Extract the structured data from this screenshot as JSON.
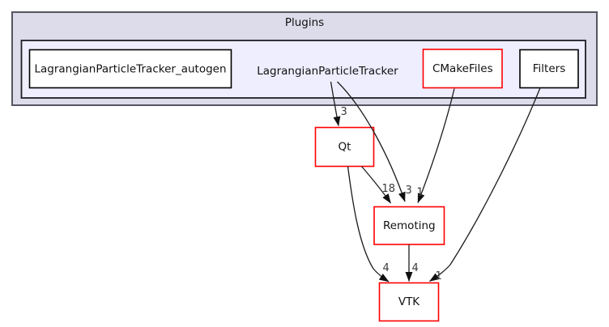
{
  "graph": {
    "clusters": {
      "plugins": {
        "label": "Plugins"
      },
      "current": {
        "label": "LagrangianParticleTracker"
      }
    },
    "nodes": {
      "autogen": {
        "label": "LagrangianParticleTracker_autogen",
        "border": "#000000"
      },
      "cmakefiles": {
        "label": "CMakeFiles",
        "border": "#ff0000"
      },
      "filters": {
        "label": "Filters",
        "border": "#000000"
      },
      "qt": {
        "label": "Qt",
        "border": "#ff0000"
      },
      "remoting": {
        "label": "Remoting",
        "border": "#ff0000"
      },
      "vtk": {
        "label": "VTK",
        "border": "#ff0000"
      }
    },
    "edges": {
      "current_to_qt": {
        "from": "LagrangianParticleTracker",
        "to": "Qt",
        "count": "3"
      },
      "current_to_remoting": {
        "from": "LagrangianParticleTracker",
        "to": "Remoting",
        "count": "3"
      },
      "qt_to_remoting": {
        "from": "Qt",
        "to": "Remoting",
        "count": "18"
      },
      "cmakefiles_to_remoting": {
        "from": "CMakeFiles",
        "to": "Remoting",
        "count": "1"
      },
      "qt_to_vtk": {
        "from": "Qt",
        "to": "VTK",
        "count": "4"
      },
      "remoting_to_vtk": {
        "from": "Remoting",
        "to": "VTK",
        "count": "4"
      },
      "filters_to_vtk": {
        "from": "Filters",
        "to": "VTK",
        "count": "1"
      }
    },
    "colors": {
      "cluster_outer_fill": "#dcdcea",
      "cluster_inner_fill": "#eeeeff",
      "node_fill": "#ffffff",
      "red_border": "#ff0000",
      "black_border": "#000000",
      "edge_line": "#1c1c1c"
    }
  }
}
